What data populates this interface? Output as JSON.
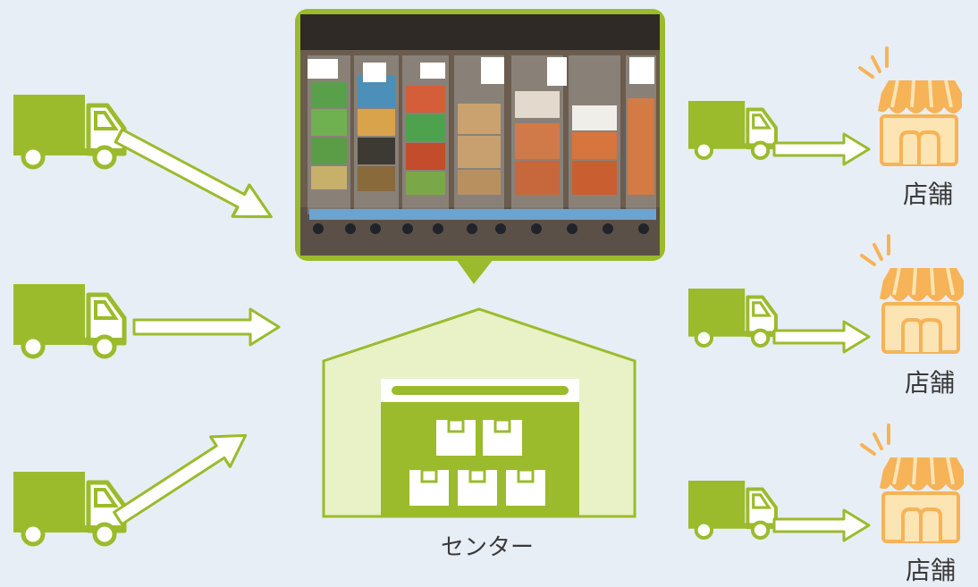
{
  "center": {
    "label": "センター"
  },
  "stores": [
    {
      "label": "店舗"
    },
    {
      "label": "店舗"
    },
    {
      "label": "店舗"
    }
  ],
  "colors": {
    "background": "#e8eef6",
    "green": "#9bbb2c",
    "light_green": "#e9f2c7",
    "store_orange": "#f6b357",
    "store_light": "#fde4b3"
  },
  "icons": {
    "inbound": "truck-icon",
    "outbound": "truck-icon",
    "store": "store-icon",
    "warehouse": "warehouse-icon",
    "photo": "photo-roll-cages"
  }
}
